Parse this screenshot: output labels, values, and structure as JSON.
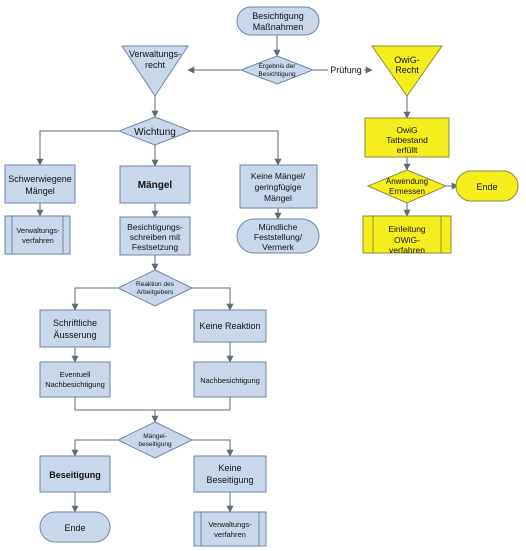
{
  "nodes": {
    "start_top": "Besichtigung Maßnahmen",
    "decision_result": "Ergebnis der Besichtigung",
    "verwaltungsrecht": "Verwaltungs-recht",
    "owig_recht": "OwiG-Recht",
    "wichtung": "Wichtung",
    "owig_tatbestand": "OwiG Tatbestand erfüllt",
    "anwendung_ermessen": "Anwendung Ermessen",
    "ende_right": "Ende",
    "einleitung_owig": "Einleitung OWiG-verfahren",
    "schwerwiegende": "Schwerwiegene Mängel",
    "maengel": "Mängel",
    "keine_maengel": "Keine Mängel/ geringfügige Mängel",
    "verwaltungsverfahren_left": "Verwaltungs-verfahren",
    "besichtigungsschreiben": "Besichtigungs-schreiben mit Festsetzung",
    "muendliche": "Mündliche Feststellung/ Vermerk",
    "reaktion": "Reaktion des Arbeitgebers",
    "schriftliche": "Schriftliche Äusserung",
    "keine_reaktion": "Keine Reaktion",
    "eventuell": "Eventuell Nachbesichtigung",
    "nachbesichtigung": "Nachbesichtigung",
    "maengelbeseitigung": "Mängel-beseitigung",
    "beseitigung": "Beseitigung",
    "keine_beseitigung": "Keine Beseitigung",
    "ende_bottom": "Ende",
    "verwaltungsverfahren_bottom": "Verwaltungs-verfahren"
  },
  "edge_labels": {
    "pruefung": "Prüfung"
  },
  "colors": {
    "blue_fill": "#c9d7ea",
    "yellow_fill": "#f6ee1c",
    "edge": "#5d6b7a"
  }
}
